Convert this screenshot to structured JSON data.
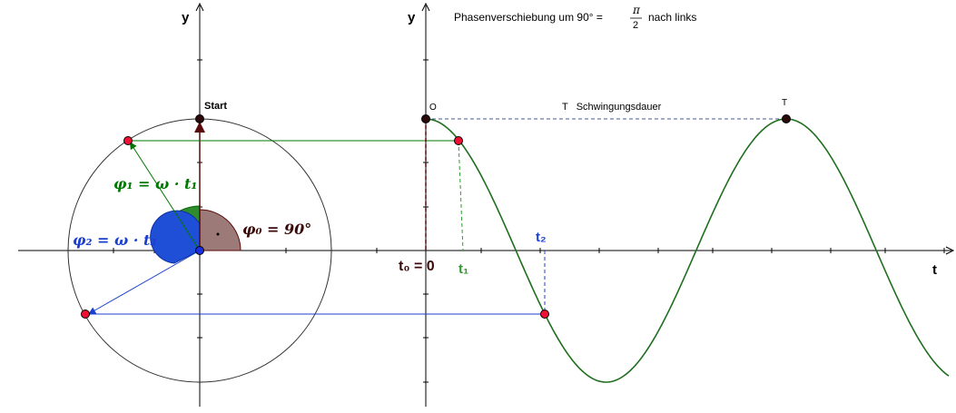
{
  "colors": {
    "axis": "#000000",
    "circle": "#333333",
    "green": "#007700",
    "blue": "#1a3fd0",
    "brown": "#5a0a0a",
    "angle_fill": "#9b7a78",
    "green_fill": "#2e8b2e",
    "blue_fill": "#1f4fd6",
    "red_point": "#ee1133",
    "dark_point": "#2a0a0a",
    "dashed": "#4a5a9a"
  },
  "labels": {
    "y_left": "y",
    "y_right": "y",
    "t_axis": "t",
    "start": "Start",
    "origin_o": "O",
    "period_T": "T",
    "period_desc": "T   Schwingungsdauer",
    "title_prefix": "Phasenverschiebung um 90° =",
    "title_num": "π",
    "title_den": "2",
    "title_suffix": "nach links",
    "phi0": "φ₀ = 90°",
    "phi1": "φ₁ = ω · t₁",
    "phi2": "φ₂ = ω · t₂",
    "t0": "t₀ = 0",
    "t1": "t₁",
    "t2": "t₂"
  }
}
